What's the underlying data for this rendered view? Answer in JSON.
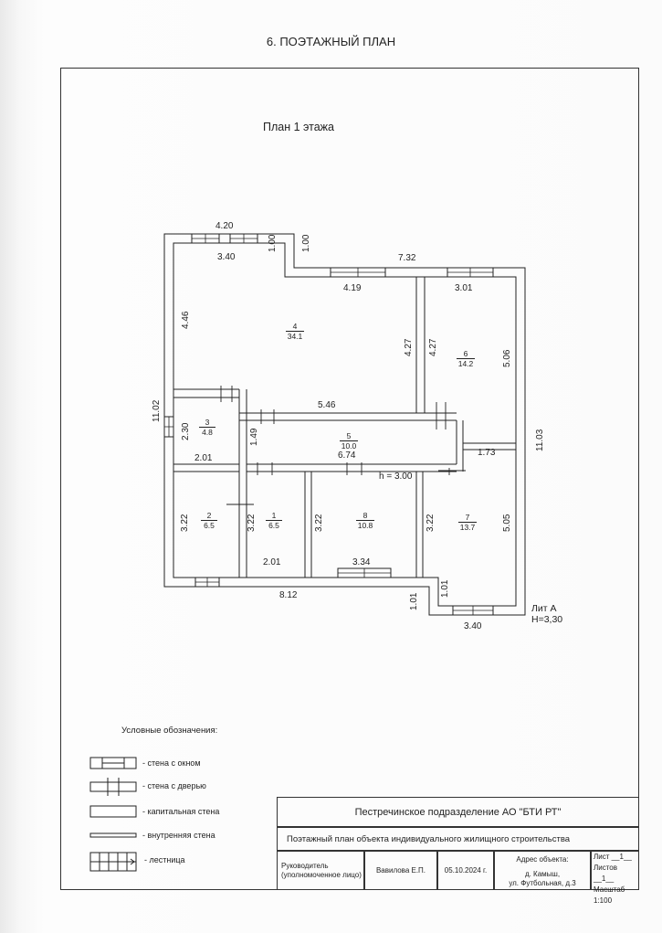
{
  "page": {
    "title": "6. ПОЭТАЖНЫЙ ПЛАН",
    "plan_title": "План 1 этажа"
  },
  "plan": {
    "dimensions": {
      "top_left_outer": "4.20",
      "top_left_inner": "3.40",
      "notch_vertical_a": "1.00",
      "notch_vertical_b": "1.00",
      "top_right_outer": "7.32",
      "room4_top": "4.19",
      "room6_top": "3.01",
      "left_height": "4.46",
      "partition_a": "4.27",
      "partition_b": "4.27",
      "right_upper": "5.06",
      "left_outer": "11.02",
      "right_outer": "11.03",
      "corridor_length": "5.46",
      "room3_height": "2.30",
      "room3_width": "2.01",
      "corridor_height": "1.49",
      "corridor_width": "6.74",
      "room7_top": "1.73",
      "room2_height": "3.22",
      "room1_height": "3.22",
      "room8_height": "3.22",
      "room7_height": "3.22",
      "right_lower": "5.05",
      "room1_bottom": "2.01",
      "room8_bottom": "3.34",
      "bottom_outer": "8.12",
      "step_a": "1.01",
      "step_b": "1.01",
      "bottom_right": "3.40"
    },
    "ceiling_height": "h = 3.00",
    "rooms": [
      {
        "num": "4",
        "area": "34.1"
      },
      {
        "num": "6",
        "area": "14.2"
      },
      {
        "num": "3",
        "area": "4.8"
      },
      {
        "num": "5",
        "area": "10.0"
      },
      {
        "num": "2",
        "area": "6.5"
      },
      {
        "num": "1",
        "area": "6.5"
      },
      {
        "num": "8",
        "area": "10.8"
      },
      {
        "num": "7",
        "area": "13.7"
      }
    ],
    "lit": "Лит А",
    "lit_height": "H=3,30"
  },
  "legend": {
    "title": "Условные обозначения:",
    "items": [
      {
        "label": "- стена с окном",
        "icon": "wall-window"
      },
      {
        "label": "- стена с дверью",
        "icon": "wall-door"
      },
      {
        "label": "- капитальная стена",
        "icon": "capital-wall"
      },
      {
        "label": "- внутренняя стена",
        "icon": "inner-wall"
      },
      {
        "label": "- лестница",
        "icon": "stairs"
      }
    ]
  },
  "title_block": {
    "org": "Пестречинское подразделение АО \"БТИ РТ\"",
    "object": "Поэтажный план объекта индивидуального жилищного строительства",
    "role_line1": "Руководитель",
    "role_line2": "(уполномоченное лицо)",
    "person": "Вавилова Е.П.",
    "date": "05.10.2024 г.",
    "address_label": "Адрес объекта:",
    "address_line1": "д. Камыш,",
    "address_line2": "ул. Футбольная, д.3",
    "sheet": "Лист __1__",
    "sheets": "Листов __1__",
    "scale": "Масштаб 1:100"
  },
  "colors": {
    "ink": "#222222",
    "wall_fill": "#ffffff",
    "paper": "#fdfdfd"
  }
}
